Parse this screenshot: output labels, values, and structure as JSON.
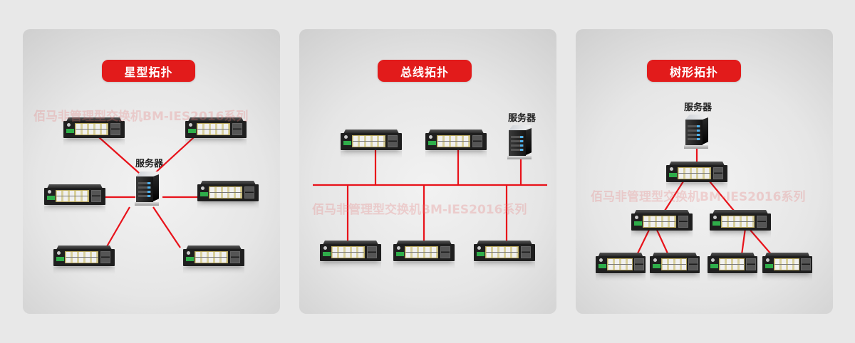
{
  "watermark": "佰马非管理型交换机BM-IES2016系列",
  "colors": {
    "accent": "#e21b1b",
    "link": "#e8121a",
    "background": "#e8e8e8"
  },
  "panels": [
    {
      "title": "星型拓扑",
      "topology": "star",
      "server_label": "服务器",
      "nodes": {
        "server": 1,
        "switches": 6
      }
    },
    {
      "title": "总线拓扑",
      "topology": "bus",
      "server_label": "服务器",
      "nodes": {
        "server": 1,
        "switches": 5
      }
    },
    {
      "title": "树形拓扑",
      "topology": "tree",
      "server_label": "服务器",
      "nodes": {
        "server": 1,
        "switches": 7
      }
    }
  ]
}
